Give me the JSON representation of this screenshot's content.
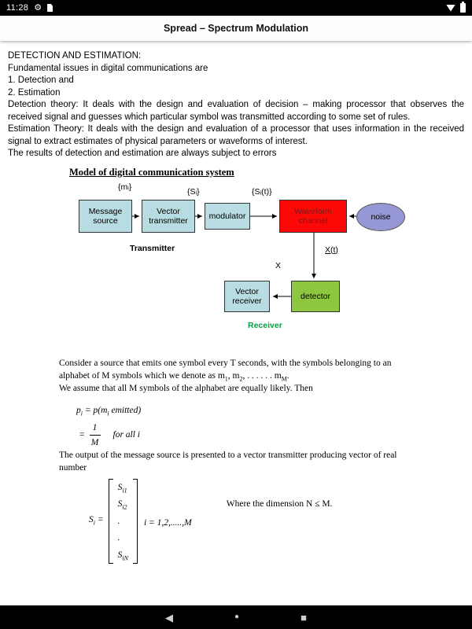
{
  "colors": {
    "box_blue": "#b7dce1",
    "channel_red": "#fb0807",
    "channel_text": "#7c1a1a",
    "noise_fill": "#9697d5",
    "detector_green": "#8dc63f",
    "receiver_green": "#00a040"
  },
  "status_bar": {
    "time": "11:28",
    "gear_icon": "⚙"
  },
  "app_bar": {
    "title": "Spread – Spectrum Modulation"
  },
  "document": {
    "paragraphs": [
      "DETECTION AND ESTIMATION:",
      "Fundamental issues in digital communications are",
      "1. Detection and",
      "2. Estimation",
      "Detection theory: It deals with the design and evaluation of decision – making processor that observes the received signal and guesses which particular symbol was transmitted according to some set of rules.",
      "Estimation Theory: It deals with the design and evaluation of a processor that uses information in the received signal to extract estimates of physical parameters or waveforms of interest.",
      "The results of detection and estimation are always subject to errors"
    ]
  },
  "diagram": {
    "title": "Model of digital communication system",
    "label_m": "{mᵢ}",
    "label_s": "{Sᵢ}",
    "label_st": "{Sᵢ(t)}",
    "box_message": "Message source",
    "box_vector_tx": "Vector transmitter",
    "box_modulator": "modulator",
    "box_channel": "Waveform channel",
    "ellipse_noise": "noise",
    "label_transmitter": "Transmitter",
    "label_xt": "X(t)",
    "label_x": "X",
    "box_vector_rx": "Vector receiver",
    "box_detector": "detector",
    "label_receiver": "Receiver"
  },
  "math": {
    "p1a": "Consider a source that emits one symbol every T seconds, with the symbols belonging to an alphabet of M symbols which we denote as m",
    "sub_1": "1",
    "p1b": ", m",
    "sub_2": "2",
    "p1c": ", . . . . . . m",
    "sub_M": "M",
    "p1d": ".",
    "p2": "We assume that all M symbols of the alphabet are equally likely.  Then",
    "eq1_p": "p",
    "eq1_sub_i": "i",
    "eq1_mid": " = p(m",
    "eq1_sub_i2": "i",
    "eq1_end": " emitted)",
    "eq2_eq": "=",
    "eq2_num": "1",
    "eq2_den": "M",
    "eq2_forall": "for all  i",
    "p3": "The output of the message source is presented to a vector transmitter producing vector of real number",
    "vec_lhs_base": "S",
    "vec_lhs_sub": "i",
    "vec_lhs_eq": " =",
    "entries": [
      {
        "base": "S",
        "sub": "i1"
      },
      {
        "base": "S",
        "sub": "i2"
      },
      {
        "base": ".",
        "sub": ""
      },
      {
        "base": ".",
        "sub": ""
      },
      {
        "base": "S",
        "sub": "iN"
      }
    ],
    "vec_index": "i = 1,2,.....,M",
    "where": "Where   the dimension N ≤ M."
  },
  "nav_bar": {
    "back_icon": "◀",
    "home_icon": "●",
    "recents_icon": "■"
  }
}
